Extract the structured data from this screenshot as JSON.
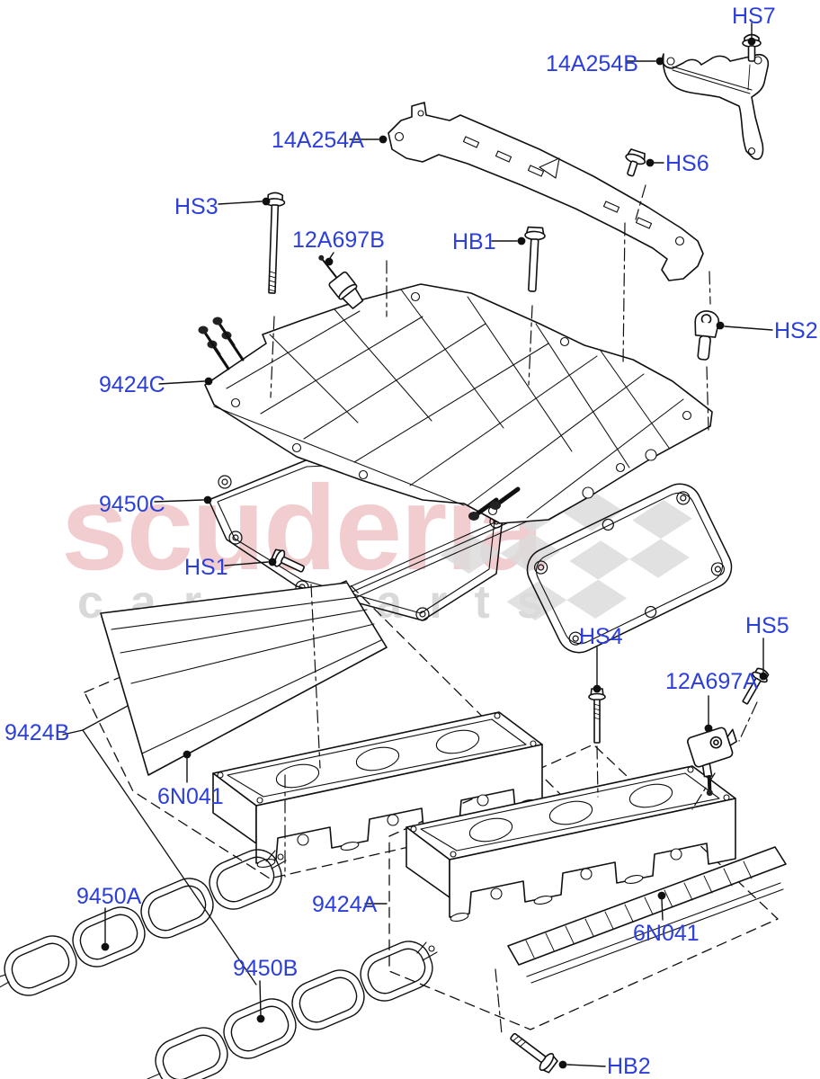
{
  "diagram_type": "exploded-parts-diagram",
  "watermark": {
    "brand": "scuderia",
    "tagline": "car parts"
  },
  "colors": {
    "label_blue": "#2c3fdb",
    "line_black": "#101010",
    "watermark_pink": "rgba(205,60,70,0.26)",
    "watermark_gray": "rgba(0,0,0,0.15)",
    "checker_gray": "#dcdcdc"
  },
  "labels": [
    {
      "id": "hs7",
      "text": "HS7"
    },
    {
      "id": "14a254b",
      "text": "14A254B"
    },
    {
      "id": "14a254a",
      "text": "14A254A"
    },
    {
      "id": "hs6",
      "text": "HS6"
    },
    {
      "id": "hs3",
      "text": "HS3"
    },
    {
      "id": "12a697b",
      "text": "12A697B"
    },
    {
      "id": "hb1",
      "text": "HB1"
    },
    {
      "id": "hs2",
      "text": "HS2"
    },
    {
      "id": "9424c",
      "text": "9424C"
    },
    {
      "id": "9450c",
      "text": "9450C"
    },
    {
      "id": "hs1",
      "text": "HS1"
    },
    {
      "id": "hs4",
      "text": "HS4"
    },
    {
      "id": "hs5",
      "text": "HS5"
    },
    {
      "id": "12a697a",
      "text": "12A697A"
    },
    {
      "id": "9424b",
      "text": "9424B"
    },
    {
      "id": "6n041-left",
      "text": "6N041"
    },
    {
      "id": "9450a",
      "text": "9450A"
    },
    {
      "id": "9424a",
      "text": "9424A"
    },
    {
      "id": "6n041-right",
      "text": "6N041"
    },
    {
      "id": "9450b",
      "text": "9450B"
    },
    {
      "id": "hb2",
      "text": "HB2"
    }
  ]
}
